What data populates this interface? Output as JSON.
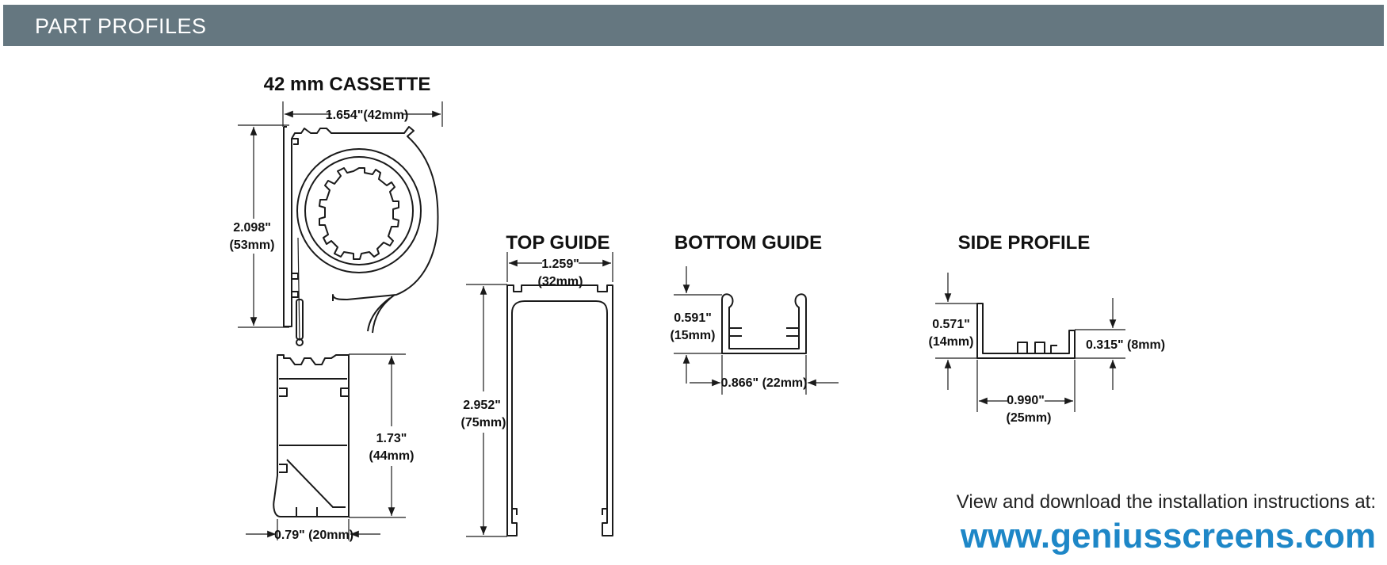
{
  "header": {
    "title": "PART PROFILES"
  },
  "cassette": {
    "title": "42 mm CASSETTE",
    "width": "1.654\"(42mm)",
    "height_in": "2.098\"",
    "height_mm": "(53mm)",
    "bar_height_in": "1.73\"",
    "bar_height_mm": "(44mm)",
    "bar_width": "0.79\" (20mm)"
  },
  "top_guide": {
    "title": "TOP GUIDE",
    "width_in": "1.259\"",
    "width_mm": "(32mm)",
    "height_in": "2.952\"",
    "height_mm": "(75mm)"
  },
  "bottom_guide": {
    "title": "BOTTOM GUIDE",
    "height_in": "0.591\"",
    "height_mm": "(15mm)",
    "width": "0.866\" (22mm)"
  },
  "side_profile": {
    "title": "SIDE PROFILE",
    "height_in": "0.571\"",
    "height_mm": "(14mm)",
    "right_height": "0.315\" (8mm)",
    "width_in": "0.990\"",
    "width_mm": "(25mm)"
  },
  "footer": {
    "note": "View and download the installation instructions at:",
    "url": "www.geniusscreens.com"
  }
}
